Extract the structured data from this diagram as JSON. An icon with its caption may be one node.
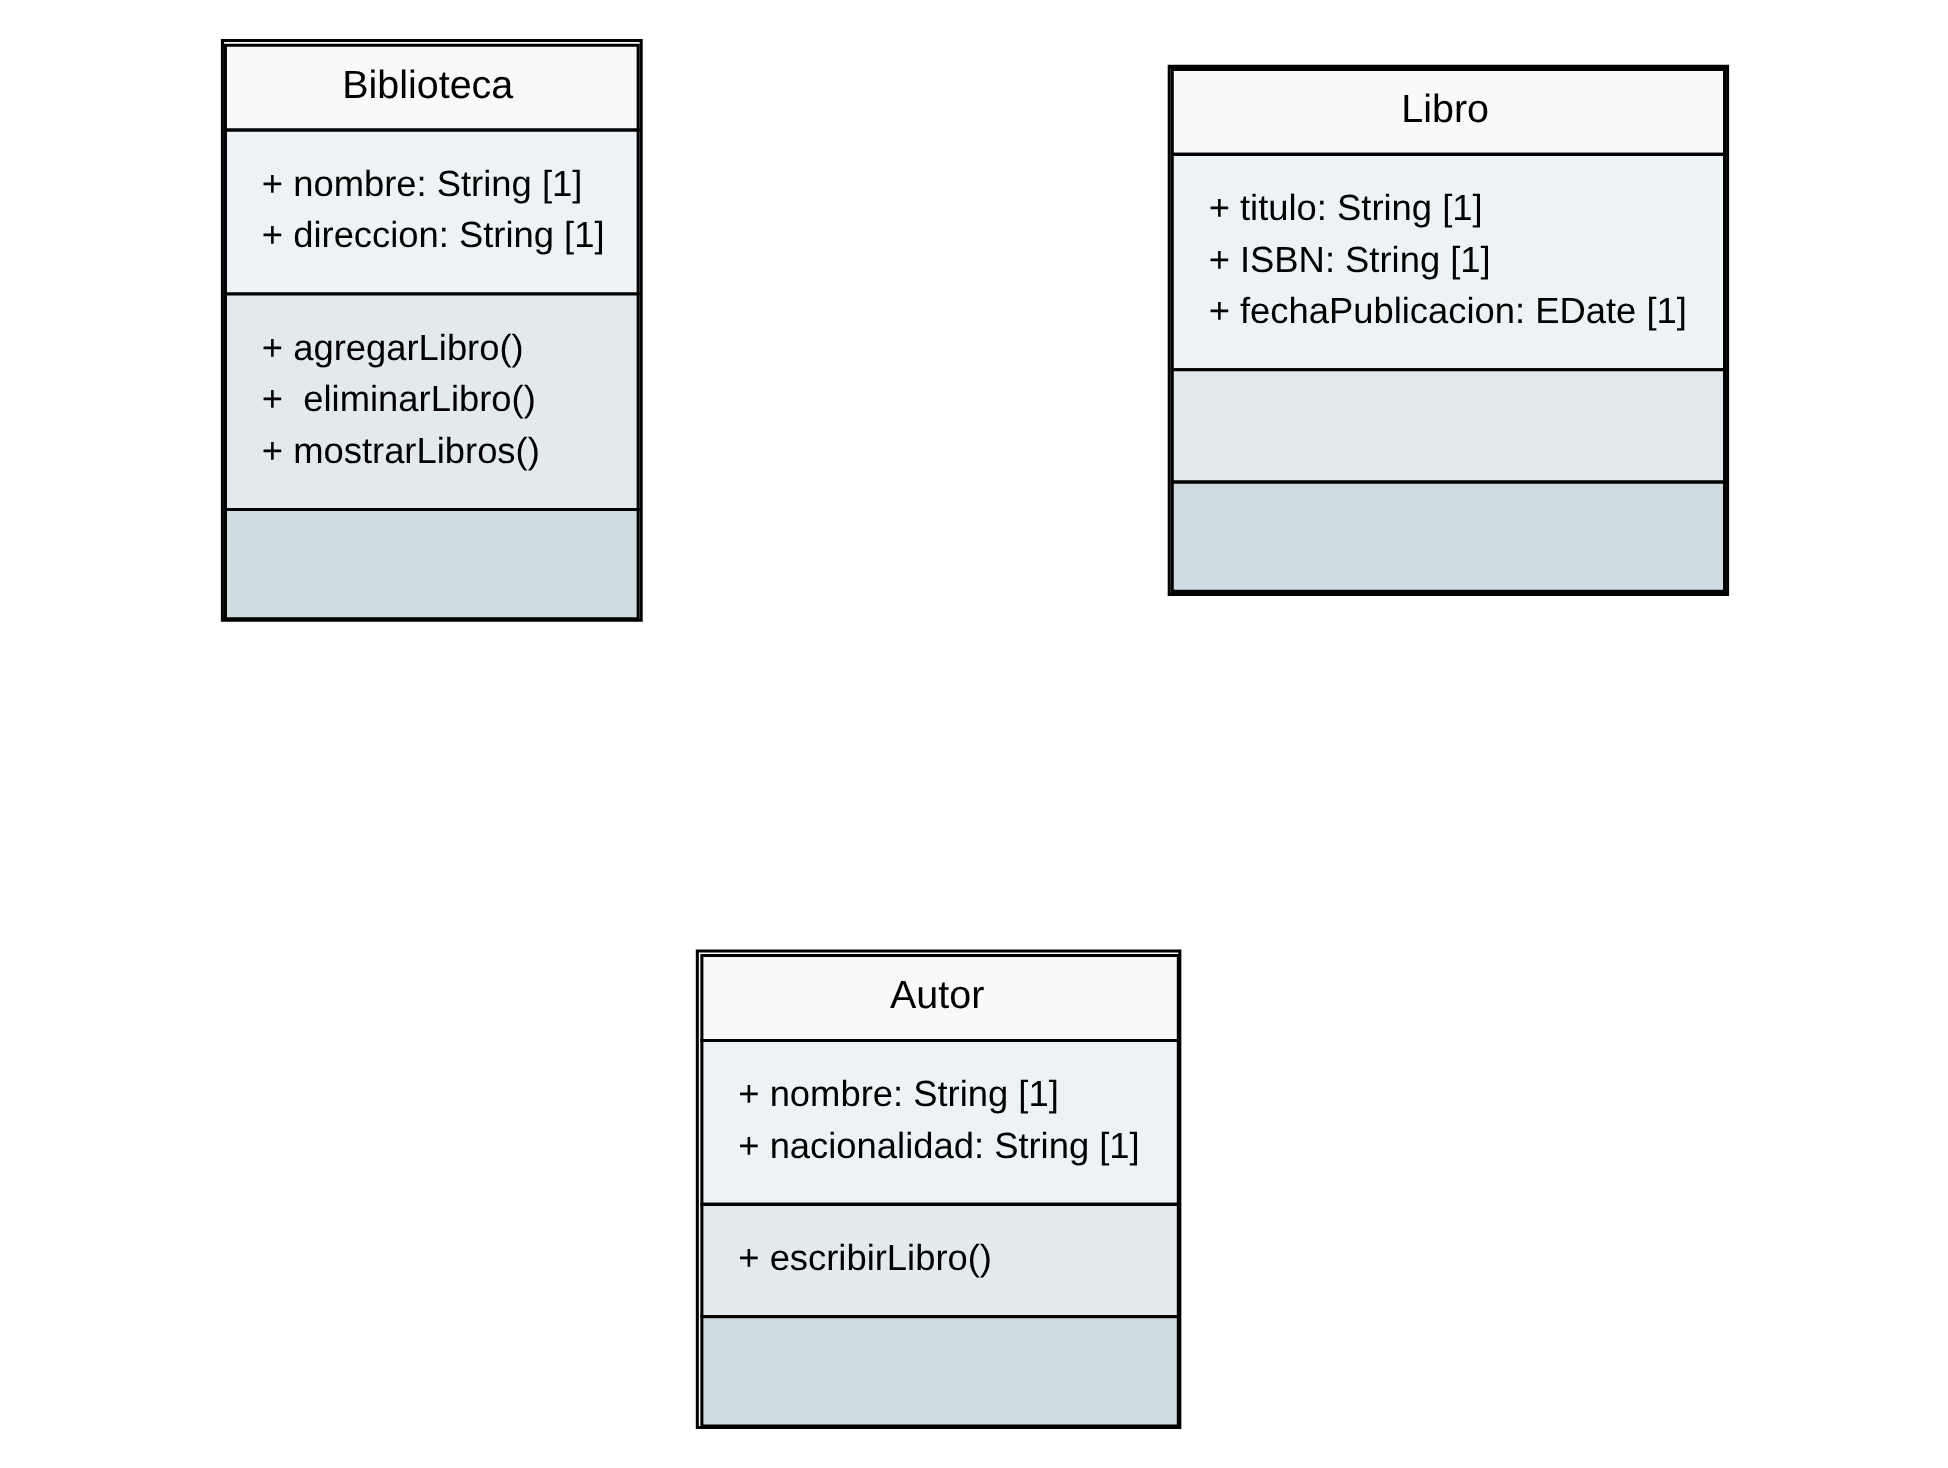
{
  "diagram": {
    "nodes": [
      {
        "text": [
          "Biblioteca",
          "+ nombre: String [1]",
          "+ direccion: String [1]",
          "+ agregarLibro()",
          "+  eliminarLibro()",
          "+ mostrarLibros()"
        ]
      },
      {
        "text": [
          "Libro",
          "+ titulo: String [1]",
          "+ ISBN: String [1]",
          "+ fechaPublicacion: EDate [1]"
        ]
      },
      {
        "text": [
          "Autor",
          "+ nombre: String [1]",
          "+ nacionalidad: String [1]",
          "+ escribirLibro()"
        ]
      }
    ]
  }
}
